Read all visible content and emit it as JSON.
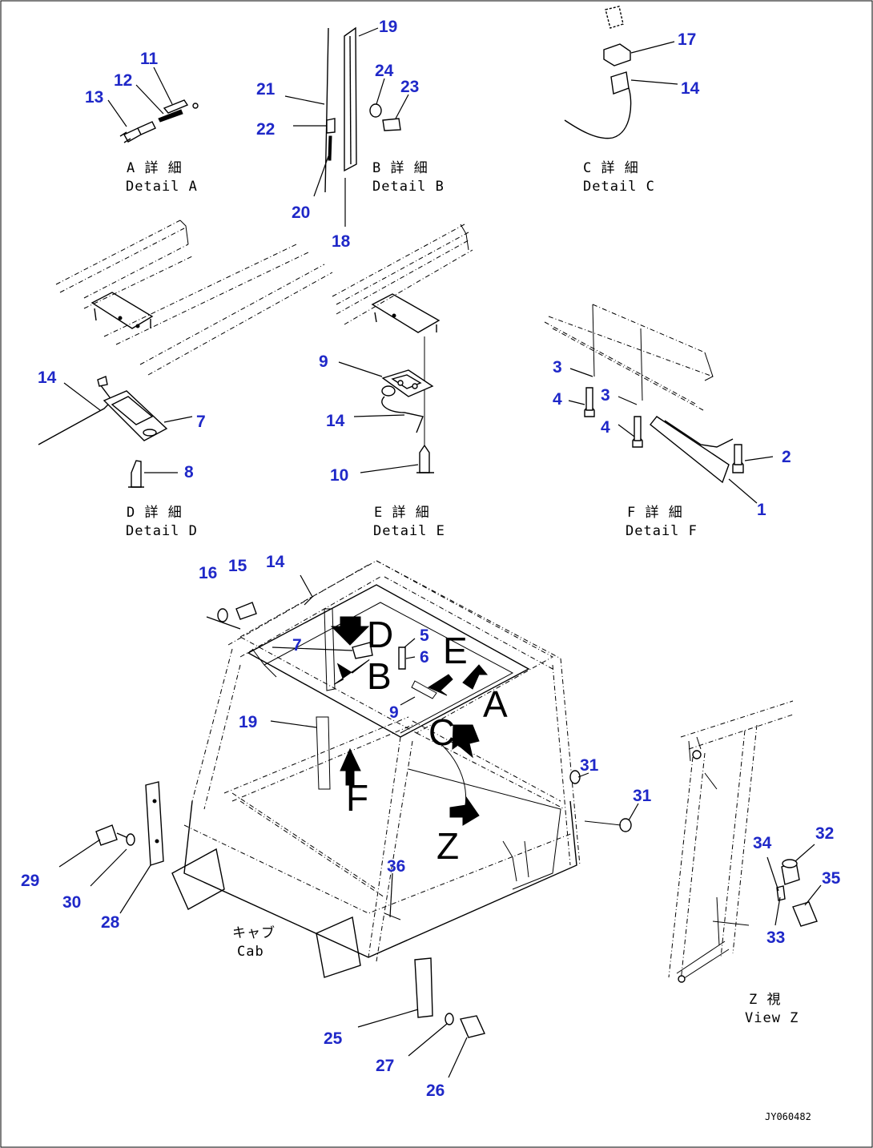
{
  "drawing_code": "JY060482",
  "details": {
    "A": {
      "jp": "A 詳 細",
      "en": "Detail A"
    },
    "B": {
      "jp": "B 詳 細",
      "en": "Detail B"
    },
    "C": {
      "jp": "C 詳 細",
      "en": "Detail C"
    },
    "D": {
      "jp": "D 詳 細",
      "en": "Detail D"
    },
    "E": {
      "jp": "E 詳 細",
      "en": "Detail E"
    },
    "F": {
      "jp": "F 詳 細",
      "en": "Detail F"
    }
  },
  "cab": {
    "jp": "キャブ",
    "en": "Cab"
  },
  "viewZ": {
    "jp": "Z 視",
    "en": "View Z"
  },
  "callouts": {
    "A": "A",
    "B": "B",
    "C": "C",
    "D": "D",
    "E": "E",
    "F": "F",
    "Z": "Z"
  },
  "parts": {
    "p1": "1",
    "p2": "2",
    "p3a": "3",
    "p3b": "3",
    "p4a": "4",
    "p4b": "4",
    "p5": "5",
    "p6": "6",
    "p7a": "7",
    "p7b": "7",
    "p8": "8",
    "p9a": "9",
    "p9b": "9",
    "p10": "10",
    "p11": "11",
    "p12": "12",
    "p13": "13",
    "p14a": "14",
    "p14b": "14",
    "p14c": "14",
    "p14d": "14",
    "p15": "15",
    "p16": "16",
    "p17": "17",
    "p18": "18",
    "p19a": "19",
    "p19b": "19",
    "p20": "20",
    "p21": "21",
    "p22": "22",
    "p23": "23",
    "p24": "24",
    "p25": "25",
    "p26": "26",
    "p27": "27",
    "p28": "28",
    "p29": "29",
    "p30": "30",
    "p31a": "31",
    "p31b": "31",
    "p32": "32",
    "p33": "33",
    "p34": "34",
    "p35": "35",
    "p36": "36"
  }
}
